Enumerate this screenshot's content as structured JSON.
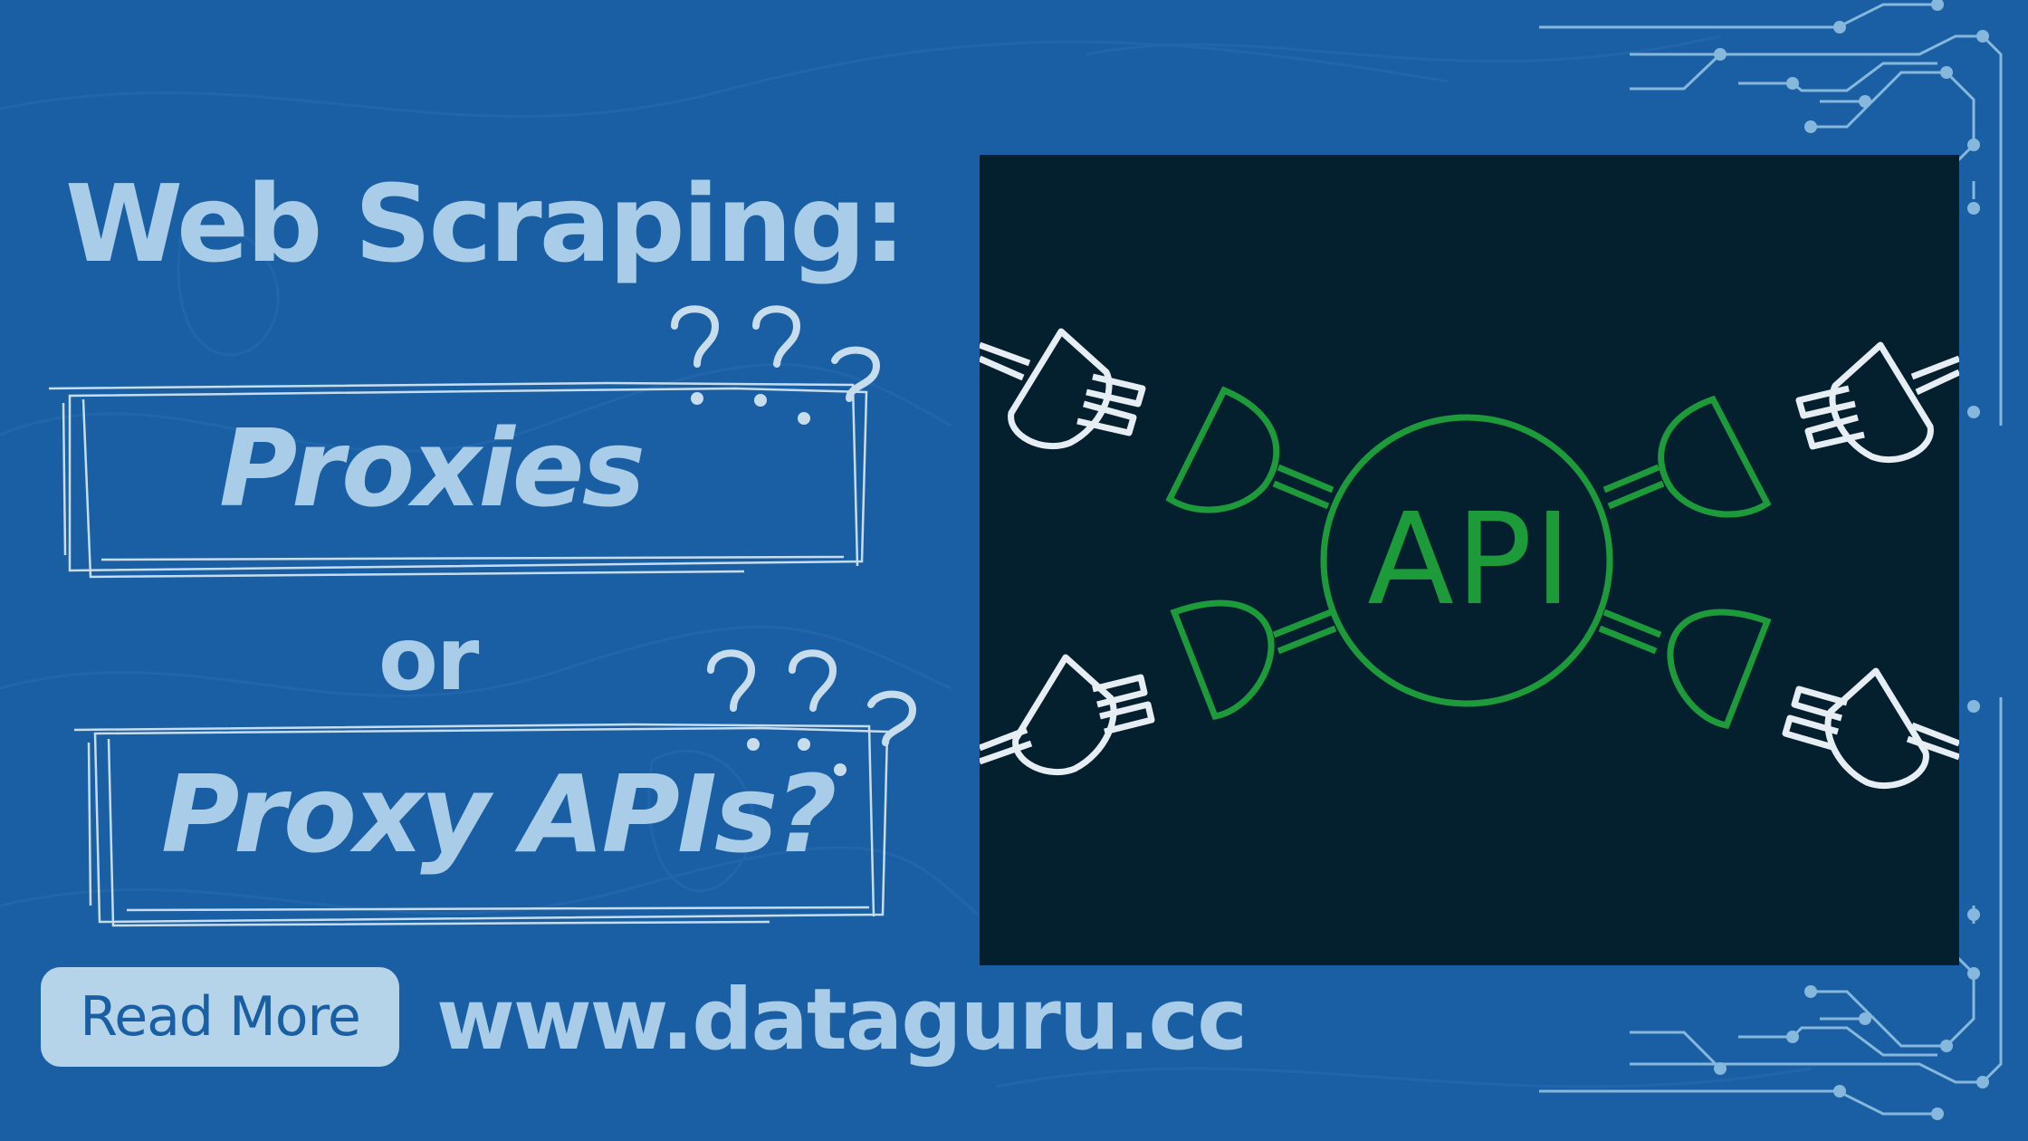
{
  "banner": {
    "headline": "Web Scraping:",
    "option_one": "Proxies",
    "connector": "or",
    "option_two": "Proxy APIs?",
    "cta_label": "Read More",
    "website": "www.dataguru.cc"
  },
  "illustration": {
    "center_label": "API",
    "icons": [
      "plug-icon",
      "socket-icon",
      "question-mark-icon"
    ]
  },
  "colors": {
    "background": "#1a5fa3",
    "text_light": "#a9cde8",
    "button_bg": "#b5d4ea",
    "panel_bg": "#04202f",
    "api_green": "#1d9a3a",
    "plug_white": "#e6eef4"
  }
}
